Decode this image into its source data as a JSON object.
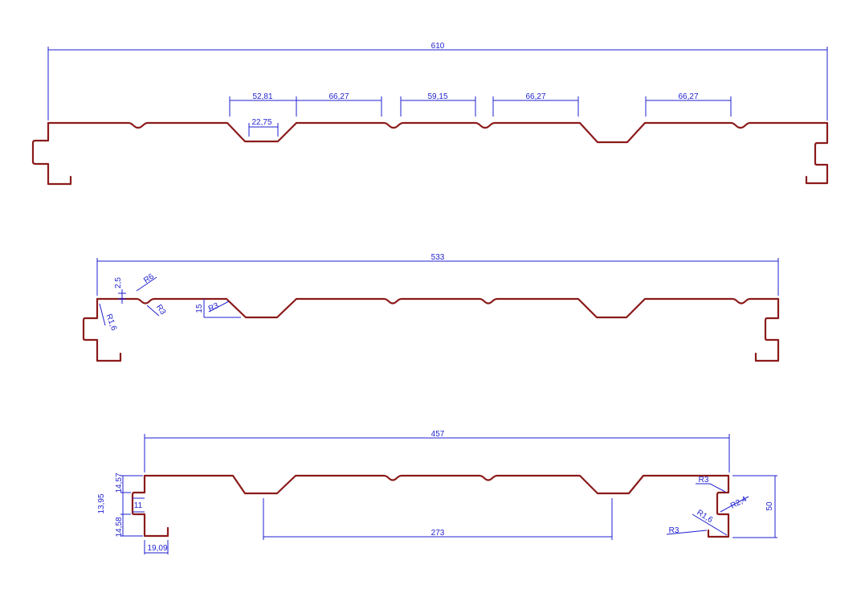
{
  "colors": {
    "profile": "#8b1a1a",
    "dimension": "#1f1fd0",
    "background": "#ffffff"
  },
  "profile_1": {
    "overall_width": "610",
    "dim_a": "52,81",
    "dim_b": "66,27",
    "dim_c": "59,15",
    "dim_d": "66,27",
    "dim_e": "66,27",
    "trough_bottom": "22,75"
  },
  "profile_2": {
    "overall_width": "533",
    "step": "2,5",
    "radius_6": "R6",
    "radius_3_a": "R3",
    "radius_3_b": "R3",
    "radius_1_6": "R1,6",
    "height_15": "15"
  },
  "profile_3": {
    "overall_width": "457",
    "rib_pitch": "273",
    "height": "50",
    "left_h1": "14,57",
    "left_h2": "13,95",
    "left_h3": "14,58",
    "left_depth": "11",
    "left_bottom": "19,09",
    "radius_3_top": "R3",
    "radius_2_4": "R2,4",
    "radius_1_6": "R1,6",
    "radius_3_bottom": "R3"
  }
}
